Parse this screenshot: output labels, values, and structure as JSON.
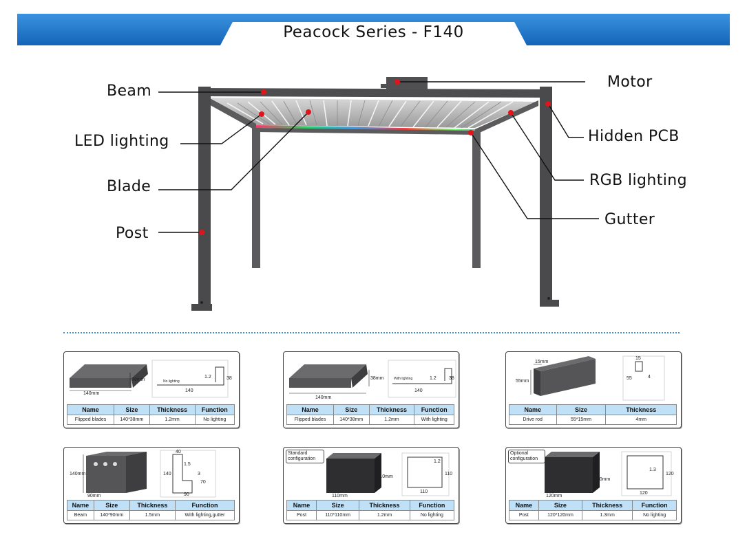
{
  "header": {
    "title": "Peacock Series - F140"
  },
  "callouts": {
    "beam": "Beam",
    "led": "LED lighting",
    "blade": "Blade",
    "post": "Post",
    "motor": "Motor",
    "pcb": "Hidden PCB",
    "rgb": "RGB lighting",
    "gutter": "Gutter"
  },
  "columns": {
    "name": "Name",
    "size": "Size",
    "thickness": "Thickness",
    "function": "Function"
  },
  "cards": [
    {
      "name": "Flipped blades",
      "size": "140*38mm",
      "thickness": "1.2mm",
      "function": "No lighting",
      "dims": {
        "w": "140mm",
        "h": "38mm",
        "a": "1.2",
        "b": "38",
        "c": "140",
        "note": "No lighting"
      }
    },
    {
      "name": "Flipped blades",
      "size": "140*38mm",
      "thickness": "1.2mm",
      "function": "With lighting",
      "dims": {
        "w": "140mm",
        "h": "38mm",
        "a": "1.2",
        "b": "38",
        "c": "140",
        "note": "With lighting"
      }
    },
    {
      "name": "Drive rod",
      "size": "55*15mm",
      "thickness": "4mm",
      "dims": {
        "w": "15mm",
        "h": "55mm",
        "a": "15",
        "b": "55",
        "c": "4"
      }
    },
    {
      "name": "Beam",
      "size": "140*90mm",
      "thickness": "1.5mm",
      "function": "With lighting,gutter",
      "dims": {
        "w": "90mm",
        "h": "140mm",
        "a": "40",
        "b": "140",
        "c": "90",
        "d": "1.5",
        "e": "70",
        "f": "3"
      }
    },
    {
      "name": "Post",
      "size": "110*110mm",
      "thickness": "1.2mm",
      "function": "No lighting",
      "tag": "Standard configuration",
      "dims": {
        "w": "110mm",
        "h": "110mm",
        "a": "1.2",
        "b": "110",
        "c": "110"
      }
    },
    {
      "name": "Post",
      "size": "120*120mm",
      "thickness": "1.3mm",
      "function": "No lighting",
      "tag": "Optional configuration",
      "dims": {
        "w": "120mm",
        "h": "120mm",
        "a": "1.3",
        "b": "120",
        "c": "120"
      }
    }
  ],
  "colors": {
    "brand_blue": "#1c6fc4",
    "structure": "#4d4d4f",
    "dot": "#e0141b",
    "table_header": "#bfe0f7"
  }
}
